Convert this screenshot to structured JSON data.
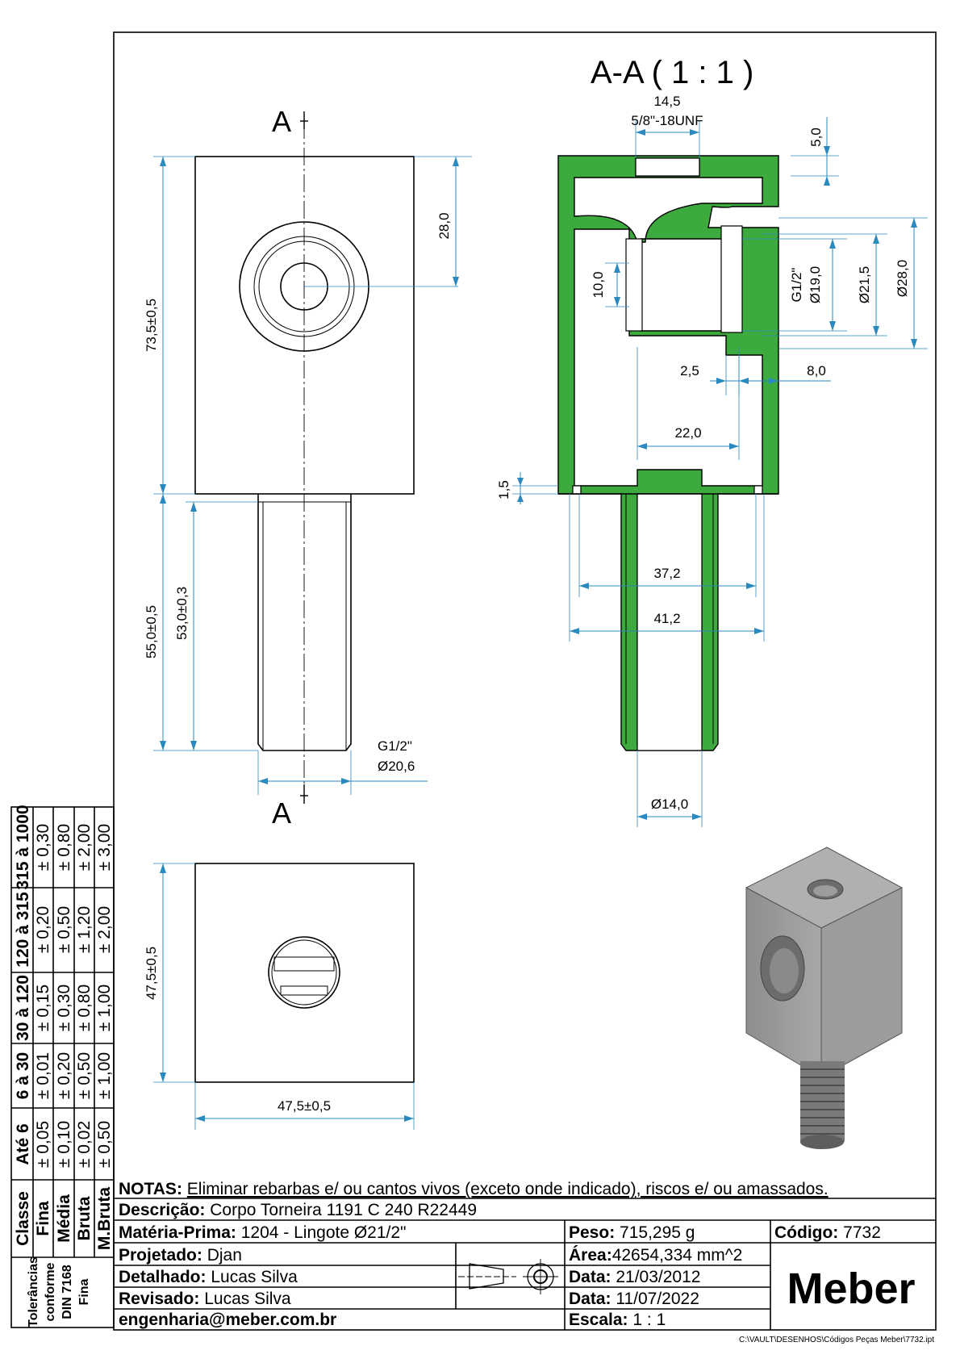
{
  "section_view": {
    "label": "A-A ( 1 : 1 )"
  },
  "section_marks": {
    "top": "A",
    "bottom": "A"
  },
  "dims": {
    "front_total": "73,5±0,5",
    "front_28": "28,0",
    "front_55": "55,0±0,5",
    "front_53": "53,0±0,3",
    "thread_spec": "G1/2\"",
    "thread_dia": "Ø20,6",
    "top_h": "47,5±0,5",
    "top_w": "47,5±0,5",
    "sec_145": "14,5",
    "sec_unf": "5/8\"-18UNF",
    "sec_50": "5,0",
    "sec_g12": "G1/2\"",
    "sec_19": "Ø19,0",
    "sec_215": "Ø21,5",
    "sec_28": "Ø28,0",
    "sec_10": "10,0",
    "sec_25": "2,5",
    "sec_8": "8,0",
    "sec_22": "22,0",
    "sec_15": "1,5",
    "sec_372": "37,2",
    "sec_412": "41,2",
    "sec_14": "Ø14,0"
  },
  "tolerance_table": {
    "header": [
      "Classe",
      "Até 6",
      "6 à 30",
      "30 à 120",
      "120 à 315",
      "315 à 1000"
    ],
    "rows": [
      {
        "classe": "Fina",
        "values": [
          "± 0,05",
          "± 0,01",
          "± 0,15",
          "± 0,20",
          "± 0,30"
        ]
      },
      {
        "classe": "Média",
        "values": [
          "± 0,10",
          "± 0,20",
          "± 0,30",
          "± 0,50",
          "± 0,80"
        ]
      },
      {
        "classe": "Bruta",
        "values": [
          "± 0,02",
          "± 0,50",
          "± 0,80",
          "± 1,20",
          "± 2,00"
        ]
      },
      {
        "classe": "M.Bruta",
        "values": [
          "± 0,50",
          "± 1,00",
          "± 1,00",
          "± 2,00",
          "± 3,00"
        ]
      }
    ],
    "footer_lines": [
      "Tolerâncias",
      "conforme",
      "DIN 7168",
      "Fina"
    ]
  },
  "title_block": {
    "notes_label": "NOTAS:",
    "notes_text": "Eliminar rebarbas e/ ou cantos vivos (exceto onde indicado), riscos e/ ou amassados.",
    "descricao_label": "Descrição:",
    "descricao": "Corpo Torneira 1191 C 240 R22449",
    "materia_label": "Matéria-Prima:",
    "materia": "1204 - Lingote Ø21/2\"",
    "peso_label": "Peso:",
    "peso": "715,295 g",
    "codigo_label": "Código:",
    "codigo": "7732",
    "projetado_label": "Projetado:",
    "projetado": "Djan",
    "detalhado_label": "Detalhado:",
    "detalhado": "Lucas Silva",
    "revisado_label": "Revisado:",
    "revisado": "Lucas Silva",
    "email": "engenharia@meber.com.br",
    "area_label": "Área:",
    "area": "42654,334 mm^2",
    "data1_label": "Data:",
    "data1": "21/03/2012",
    "data2_label": "Data:",
    "data2": "11/07/2022",
    "escala_label": "Escala:",
    "escala": "1 : 1",
    "logo": "Meber"
  },
  "file_path": "C:\\VAULT\\DESENHOS\\Códigos Peças Meber\\7732.ipt"
}
